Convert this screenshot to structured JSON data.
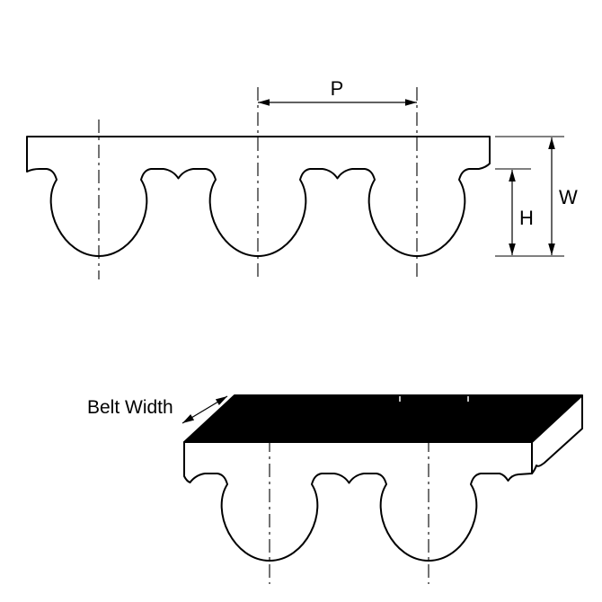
{
  "labels": {
    "pitch": "P",
    "belt_height": "W",
    "tooth_height": "H",
    "belt_width": "Belt Width"
  },
  "colors": {
    "line": "#000000",
    "belt_fill": "#ffffff",
    "top_surface": "#000000",
    "background": "#ffffff"
  }
}
